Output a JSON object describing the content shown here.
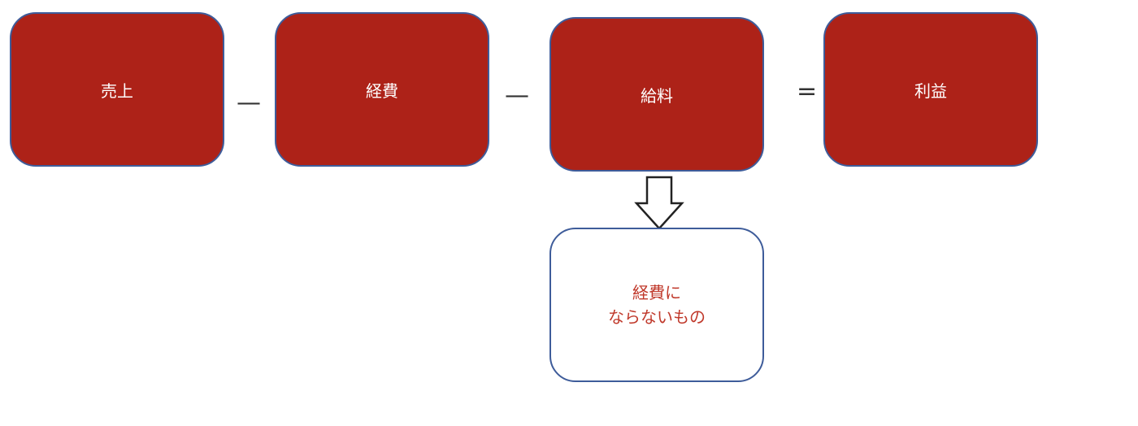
{
  "equation": {
    "sales": "売上",
    "minus_1": "—",
    "expenses": "経費",
    "minus_2": "—",
    "salary": "給料",
    "equals": "=",
    "profit": "利益"
  },
  "note": {
    "text": "経費に\nならないもの"
  },
  "colors": {
    "box_fill": "#ad2218",
    "box_border": "#3e5c9a",
    "note_text": "#c0392b"
  }
}
